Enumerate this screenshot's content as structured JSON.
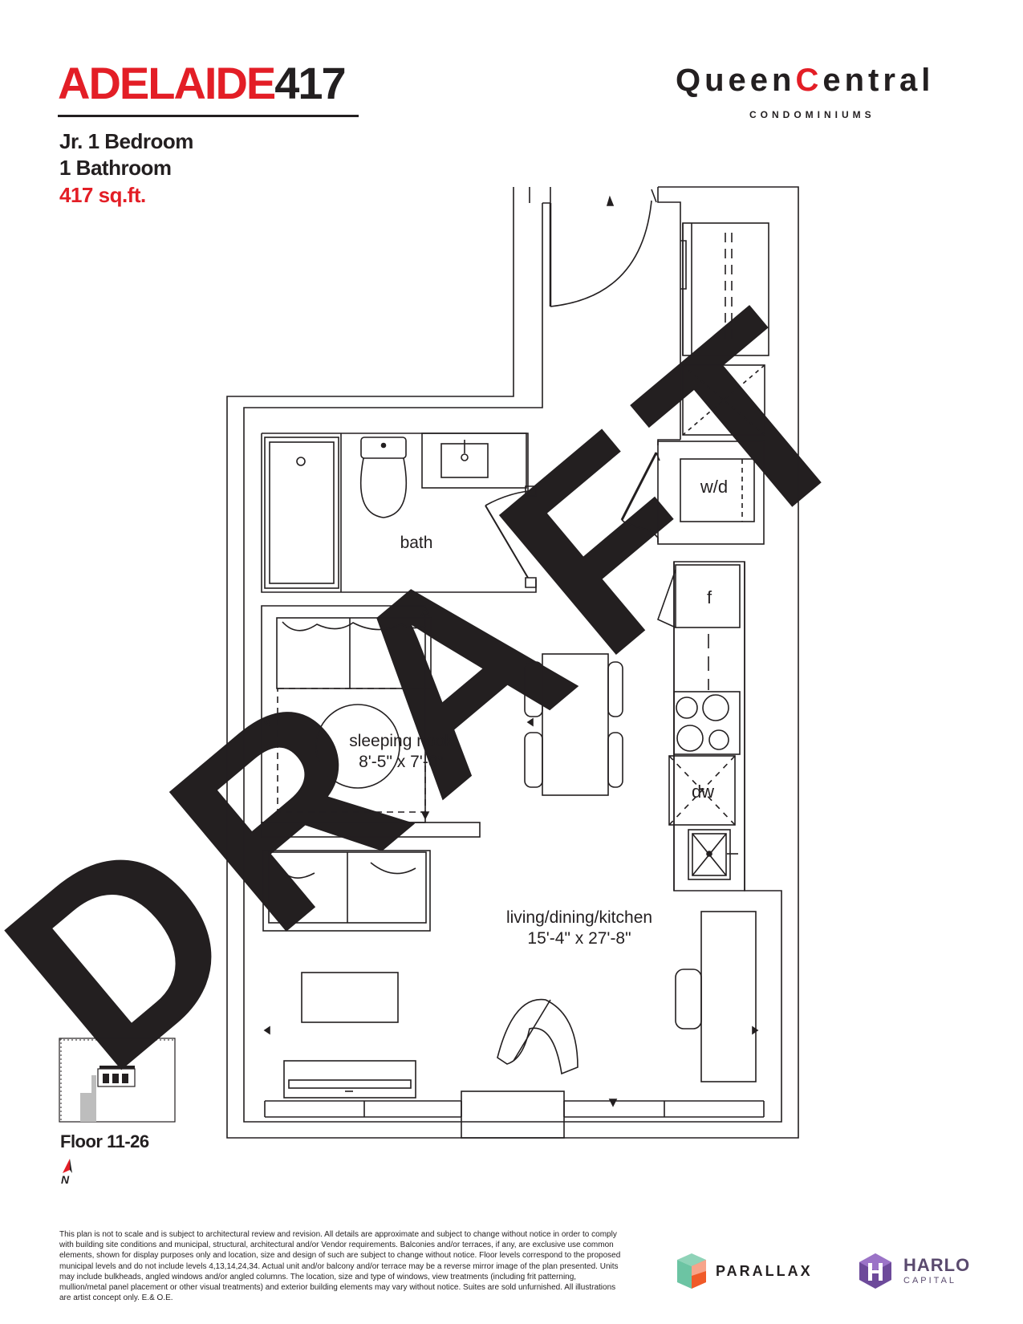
{
  "header": {
    "title_red": "ADELAIDE",
    "title_dark": "417",
    "unit_type": "Jr. 1 Bedroom",
    "bathrooms": "1 Bathroom",
    "area": "417 sq.ft."
  },
  "brand": {
    "name_before": "Queen",
    "name_mark": "C",
    "name_after": "entral",
    "subtitle": "CONDOMINIUMS"
  },
  "plan": {
    "watermark": "DRAFT",
    "rooms": {
      "bath": "bath",
      "laundry": "w/d",
      "fridge": "f",
      "dishwasher": "dw",
      "sleeping_nook": "sleeping nook",
      "sleeping_nook_dims": "8'-5\" x 7'-0\"",
      "living": "living/dining/kitchen",
      "living_dims": "15'-4\" x 27'-8\""
    }
  },
  "floor": {
    "label": "Floor 11-26",
    "north": "N"
  },
  "disclaimer": "This plan is not to scale and is subject to architectural review and revision. All details are approximate and subject to change without notice in order to comply with building site conditions and municipal, structural, architectural and/or Vendor requirements. Balconies and/or terraces, if any, are exclusive use common elements, shown for display purposes only and location, size and design of such are subject to change without notice. Floor levels correspond to the proposed municipal levels and do not include levels 4,13,14,24,34. Actual unit and/or balcony and/or terrace may be a reverse mirror image of the plan presented. Units may include bulkheads, angled windows and/or angled columns. The location, size and type of windows, view treatments (including frit patterning, mullion/metal panel placement or other visual treatments) and exterior building elements may vary without notice. Suites are sold unfurnished. All illustrations are artist concept only. E.& O.E.",
  "partners": {
    "parallax": "PARALLAX",
    "harlo_name": "HARLO",
    "harlo_sub": "CAPITAL"
  },
  "colors": {
    "accent_red": "#e31e26",
    "text_dark": "#231f20",
    "harlo_purple": "#5a4a6e",
    "watermark_grey": "#ececec"
  }
}
